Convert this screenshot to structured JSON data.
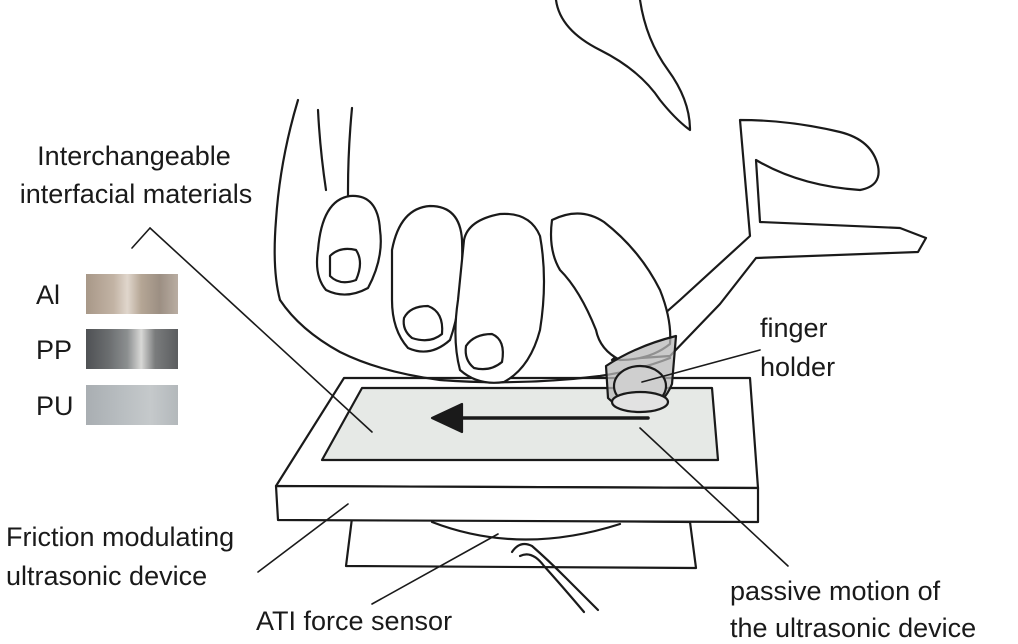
{
  "labels": {
    "materials_line1": "Interchangeable",
    "materials_line2": "interfacial materials",
    "al": "Al",
    "pp": "PP",
    "pu": "PU",
    "finger_holder_line1": "finger",
    "finger_holder_line2": "holder",
    "friction_line1": "Friction modulating",
    "friction_line2": "ultrasonic device",
    "ati": "ATI force sensor",
    "motion_line1": "passive motion of",
    "motion_line2": "the ultrasonic device"
  },
  "colors": {
    "line": "#1a1a1a",
    "plate_surface": "#e6e9e6",
    "finger_holder": "#b8b8b8"
  }
}
